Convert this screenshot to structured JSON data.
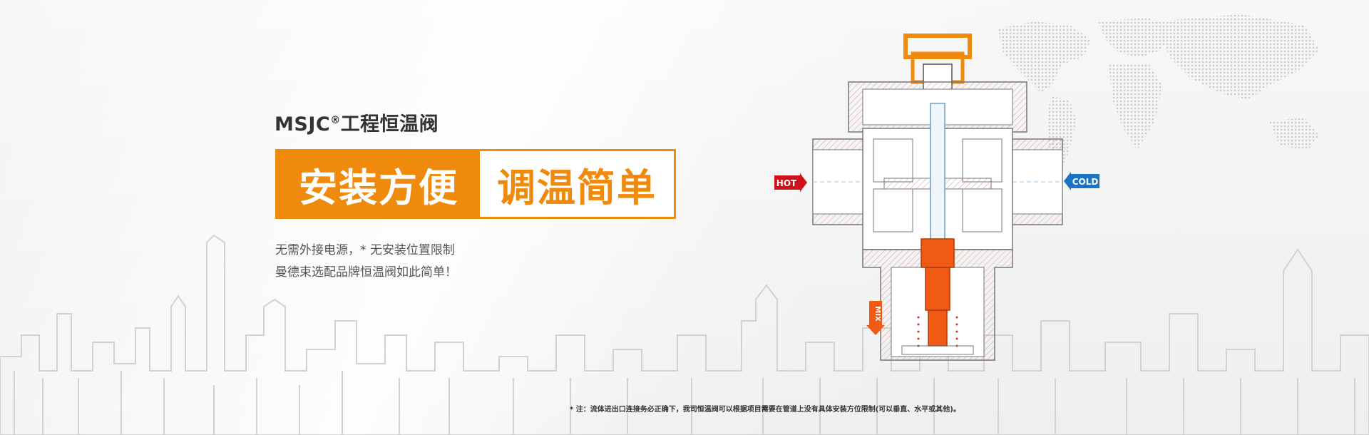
{
  "banner": {
    "brand": "MSJC",
    "registered_mark": "®",
    "product": "工程恒温阀",
    "tagline_left": "安装方便",
    "tagline_right": "调温简单",
    "desc_line1": "无需外接电源，* 无安装位置限制",
    "desc_line2": "曼德束选配品牌恒温阀如此简单！",
    "note": "* 注：流体进出口连接务必正确下，我司恒温阀可以根据项目需要在管道上没有具体安装方位限制(可以垂直、水平或其他)。"
  },
  "diagram": {
    "hot_label": "HOT",
    "cold_label": "COLD",
    "mix_label": "MIX"
  },
  "colors": {
    "accent": "#f08a0c",
    "hot": "#d0101b",
    "cold": "#1a73c4",
    "mix": "#f05a14"
  }
}
